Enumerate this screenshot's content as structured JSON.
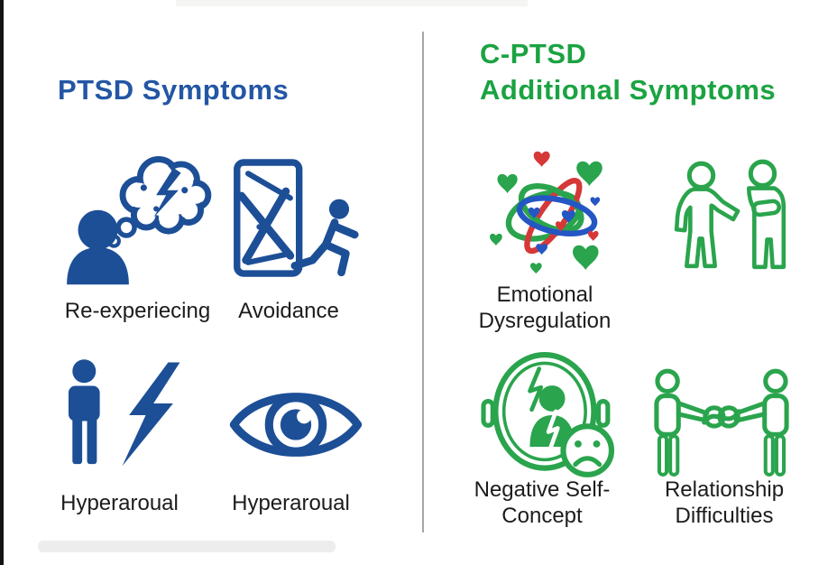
{
  "palette": {
    "blue": "#1d4f97",
    "blue_title": "#2356a4",
    "green": "#2aa44d",
    "green_title": "#1ba342",
    "red": "#d63838",
    "heart_blue": "#2456c4",
    "label": "#1c1c1c",
    "divider": "#a2a7a9",
    "background": "#ffffff",
    "edge_bar": "#131313"
  },
  "left_panel": {
    "title": "PTSD Symptoms",
    "items": [
      {
        "label": "Re-experiecing",
        "icon": "thought-bubble-trauma-icon"
      },
      {
        "label": "Avoidance",
        "icon": "no-door-running-icon"
      },
      {
        "label": "Hyperaroual",
        "icon": "person-lightning-icon"
      },
      {
        "label": "Hyperaroual",
        "icon": "eye-icon"
      }
    ]
  },
  "right_panel": {
    "title_line1": "C-PTSD",
    "title_line2": "Additional Symptoms",
    "items": [
      {
        "label": "Emotional Dysregulation",
        "icon": "tangled-hearts-icon"
      },
      {
        "label": "",
        "icon": "supportive-people-icon"
      },
      {
        "label": "Negative Self-Concept",
        "icon": "broken-mirror-sad-face-icon"
      },
      {
        "label": "Relationship Difficulties",
        "icon": "people-knot-icon"
      }
    ]
  }
}
